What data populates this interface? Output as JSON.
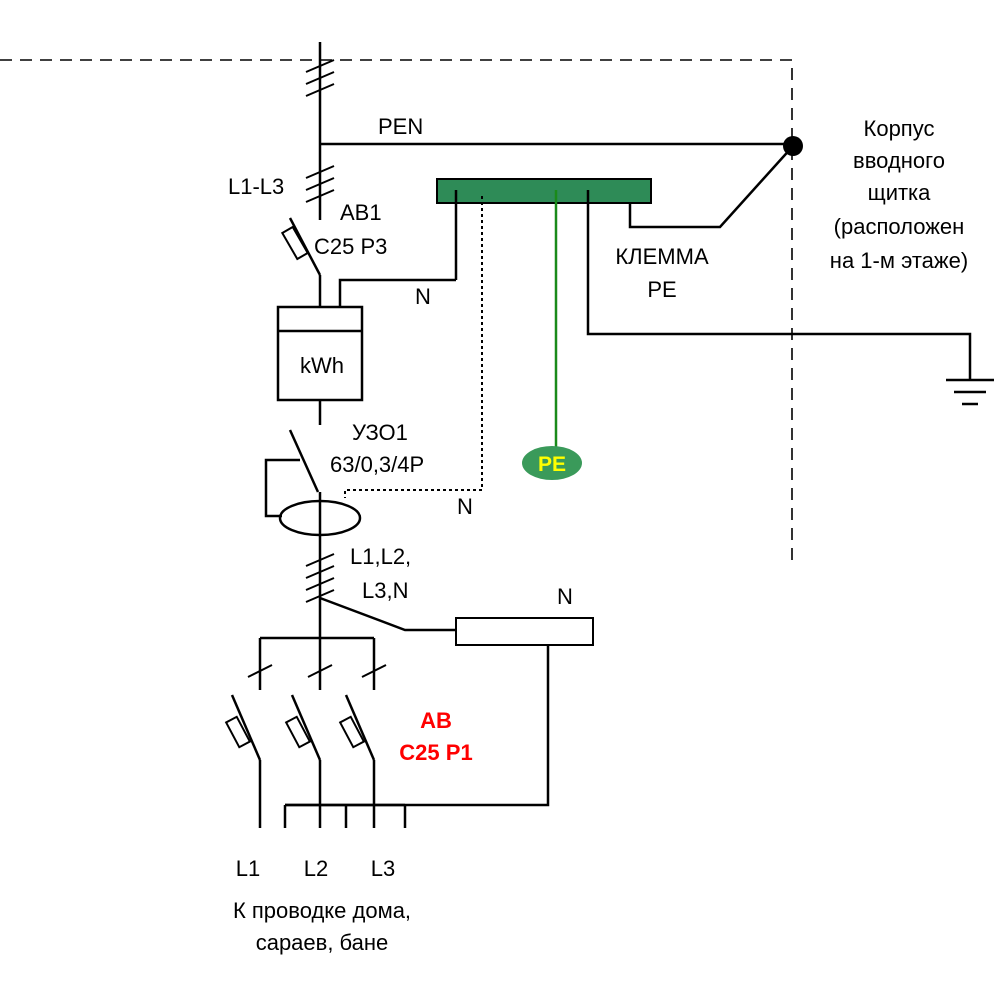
{
  "labels": {
    "pen": "PEN",
    "l1_l3": "L1-L3",
    "av1_name": "АВ1",
    "av1_rating": "С25 Р3",
    "n_meter": "N",
    "kwh": "kWh",
    "rcd_name": "УЗО1",
    "rcd_rating": "63/0,3/4Р",
    "n_rcd": "N",
    "l1l2": "L1,L2,",
    "l3n": "L3,N",
    "n_bus": "N",
    "av_group_name": "АВ",
    "av_group_rating": "С25 Р1",
    "out_l1": "L1",
    "out_l2": "L2",
    "out_l3": "L3",
    "dest_line1": "К проводке дома,",
    "dest_line2": "сараев, бане",
    "pe_terminal_line1": "КЛЕММА",
    "pe_terminal_line2": "РЕ",
    "pe_badge": "PE",
    "housing_line1": "Корпус",
    "housing_line2": "вводного",
    "housing_line3": "щитка",
    "housing_line4": "(расположен",
    "housing_line5": "на 1-м этаже)"
  },
  "colors": {
    "pe_bus": "#2e8b57",
    "pe_wire": "#1a8a1a",
    "pe_badge_fill": "#3a9a5a",
    "pe_badge_text": "#ffff00",
    "breaker_label": "#ff0000"
  }
}
